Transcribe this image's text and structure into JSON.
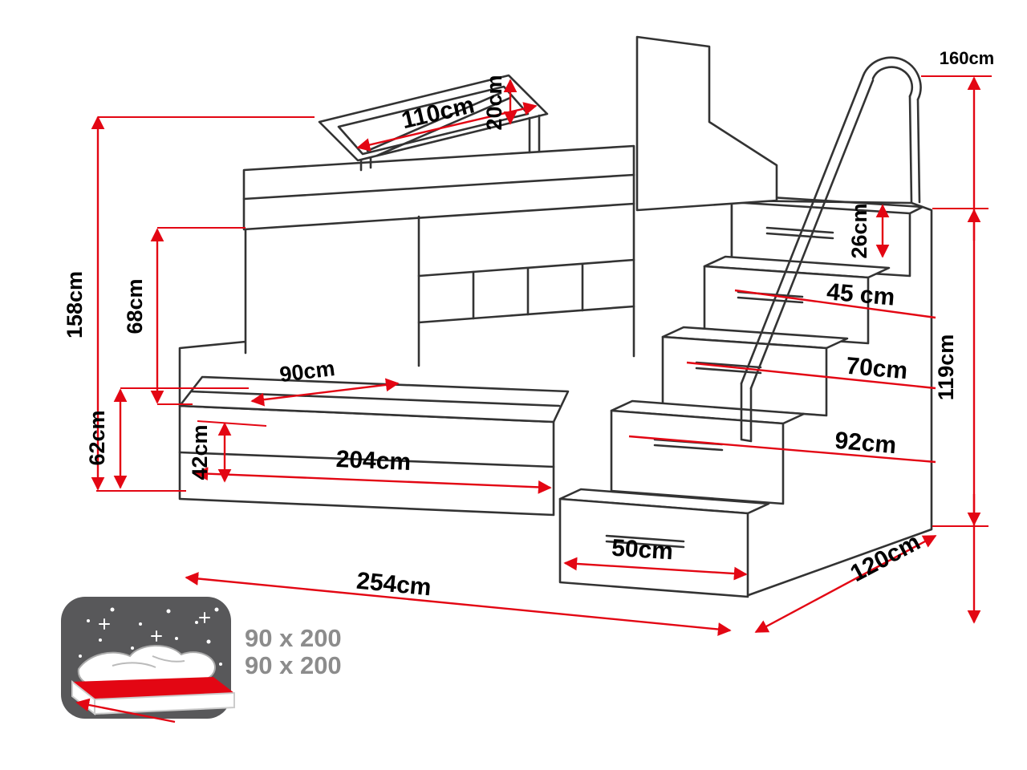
{
  "meta": {
    "title": "Bunk bed with stairs - dimension diagram"
  },
  "colors": {
    "dimension_line": "#e30613",
    "outline": "#333333",
    "label_text": "#000000",
    "legend_text": "#8c8c8c",
    "icon_background": "#58585a"
  },
  "dimensions": {
    "total_height": "160cm",
    "guardrail_length": "110cm",
    "guardrail_height": "20cm",
    "left_side_height": "158cm",
    "bunk_clearance": "68cm",
    "lower_bed_height": "62cm",
    "mattress_width": "90cm",
    "drawer_height": "42cm",
    "inner_length": "204cm",
    "top_step_height": "26cm",
    "step_height_45": "45 cm",
    "step_height_70": "70cm",
    "step_height_92": "92cm",
    "stair_side_height": "119cm",
    "step_width": "50cm",
    "total_length": "254cm",
    "total_depth": "120cm"
  },
  "legend": {
    "mattress_size_upper": "90 x 200",
    "mattress_size_lower": "90 x 200"
  }
}
